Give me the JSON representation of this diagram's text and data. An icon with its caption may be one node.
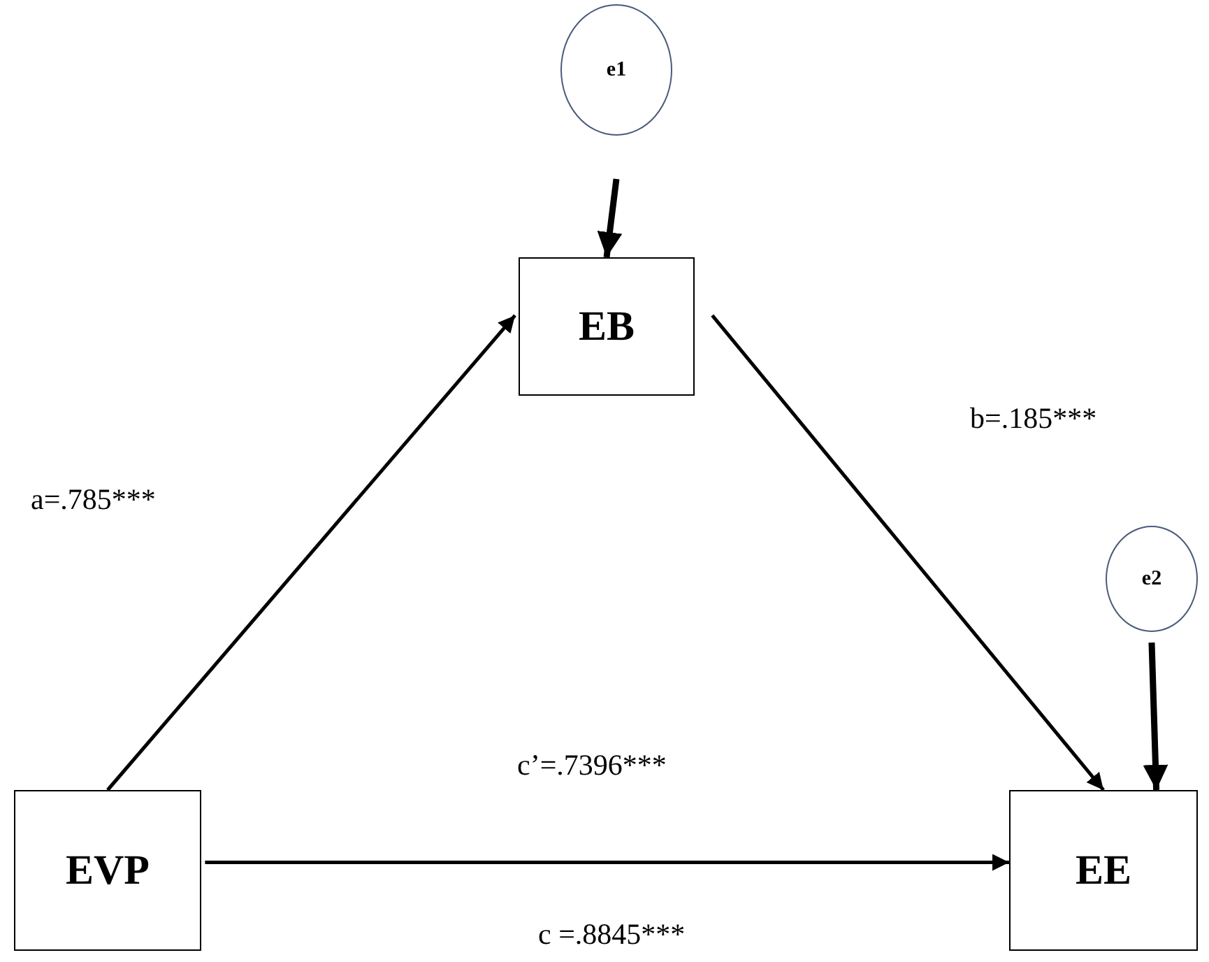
{
  "diagram": {
    "nodes": [
      {
        "text": [
          "e1"
        ]
      },
      {
        "text": [
          "EB"
        ]
      },
      {
        "text": [
          "e2"
        ]
      },
      {
        "text": [
          "EVP"
        ]
      },
      {
        "text": [
          "EE"
        ]
      }
    ],
    "edges": [
      {
        "from": 0,
        "to": 1,
        "arrow": "to",
        "style": "thick"
      },
      {
        "from": 3,
        "to": 1,
        "arrow": "to"
      },
      {
        "from": 1,
        "to": 4,
        "arrow": "to"
      },
      {
        "from": 3,
        "to": 4,
        "arrow": "to"
      },
      {
        "from": 2,
        "to": 4,
        "arrow": "to",
        "style": "thick"
      }
    ],
    "labels": [
      "b=.185***",
      "a=.785***",
      "c’=.7396***",
      "c =.8845***"
    ]
  }
}
